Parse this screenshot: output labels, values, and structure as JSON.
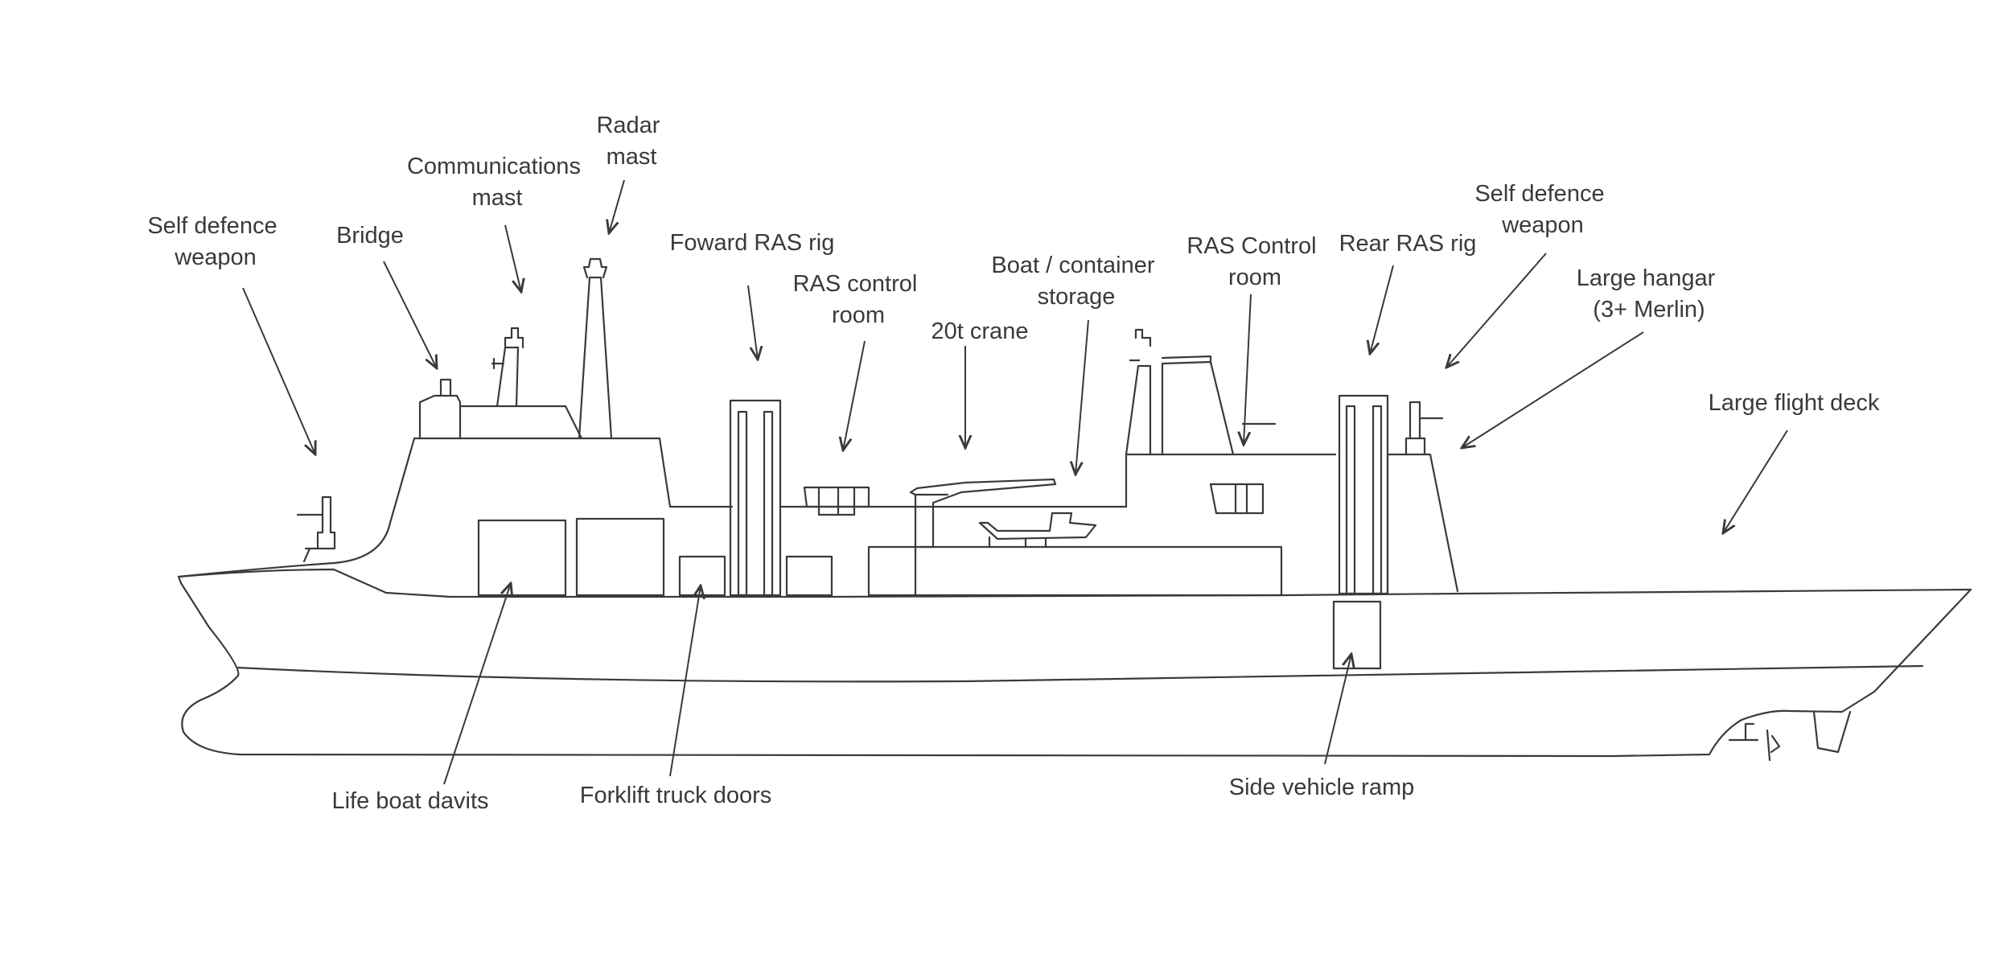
{
  "colors": {
    "line": "#3a3a3a",
    "background": "#ffffff"
  },
  "labels": {
    "self_defence_fwd": [
      "Self defence",
      "weapon"
    ],
    "bridge": [
      "Bridge"
    ],
    "comms_mast": [
      "Communications",
      "mast"
    ],
    "radar_mast": [
      "Radar",
      "mast"
    ],
    "fwd_ras_rig": [
      "Foward RAS rig"
    ],
    "ras_control_room_fwd": [
      "RAS control",
      "room"
    ],
    "crane": [
      "20t crane"
    ],
    "boat_storage": [
      "Boat / container",
      "storage"
    ],
    "ras_control_room_aft": [
      "RAS Control",
      "room"
    ],
    "rear_ras_rig": [
      "Rear RAS rig"
    ],
    "self_defence_aft": [
      "Self defence",
      "weapon"
    ],
    "hangar": [
      "Large hangar",
      "(3+ Merlin)"
    ],
    "flight_deck": [
      "Large flight deck"
    ],
    "life_boat_davits": [
      "Life boat davits"
    ],
    "forklift_doors": [
      "Forklift truck doors"
    ],
    "side_ramp": [
      "Side vehicle ramp"
    ]
  }
}
